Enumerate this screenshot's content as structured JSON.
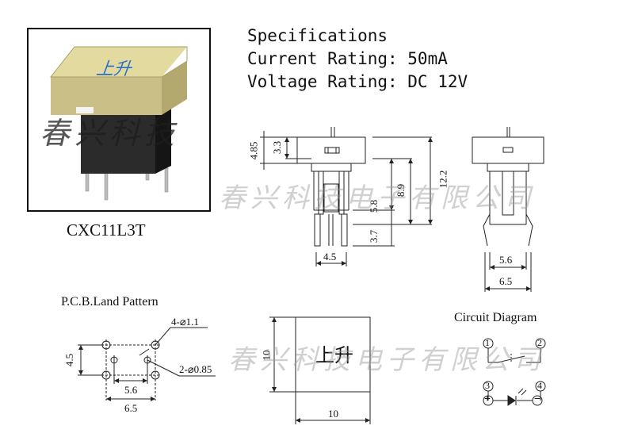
{
  "specs": {
    "title": "Specifications",
    "current": "Current Rating: 50mA",
    "voltage": "Voltage Rating: DC 12V"
  },
  "product": {
    "model": "CXC11L3T",
    "cap_text": "上升"
  },
  "watermark": {
    "short": "春兴科技",
    "long": "春兴科技电子有限公司"
  },
  "side_view_dims": {
    "d485": "4.85",
    "d33": "3.3",
    "d122": "12.2",
    "d89": "8.9",
    "d58": "5.8",
    "d37": "3.7",
    "d45": "4.5"
  },
  "front_view_dims": {
    "d56": "5.6",
    "d65": "6.5"
  },
  "pcb": {
    "title": "P.C.B.Land Pattern",
    "hole_large": "4-⌀1.1",
    "hole_small": "2-⌀0.85",
    "d45": "4.5",
    "d56": "5.6",
    "d65": "6.5"
  },
  "top_view": {
    "label": "上升",
    "d10h": "10",
    "d10v": "10"
  },
  "circuit": {
    "title": "Circuit Diagram",
    "pins": [
      "1",
      "2",
      "3",
      "4"
    ],
    "plus": "+",
    "minus": "−"
  },
  "colors": {
    "cap": "#d8cf9a",
    "cap_text": "#2a6fc9",
    "body": "#2b2b2b",
    "line": "#222222"
  }
}
